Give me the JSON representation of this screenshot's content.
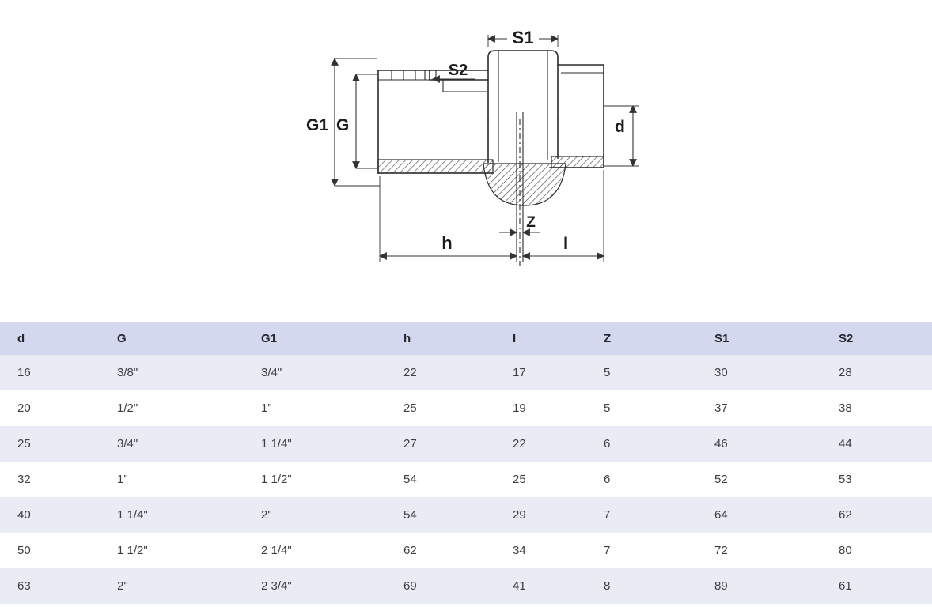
{
  "diagram": {
    "labels": {
      "s1": "S1",
      "s2": "S2",
      "g1": "G1",
      "g": "G",
      "d": "d",
      "h": "h",
      "z": "Z",
      "i": "I"
    }
  },
  "table": {
    "columns": [
      "d",
      "G",
      "G1",
      "h",
      "I",
      "Z",
      "S1",
      "S2"
    ],
    "rows": [
      [
        "16",
        "3/8\"",
        "3/4\"",
        "22",
        "17",
        "5",
        "30",
        "28"
      ],
      [
        "20",
        "1/2\"",
        "1\"",
        "25",
        "19",
        "5",
        "37",
        "38"
      ],
      [
        "25",
        "3/4\"",
        "1 1/4\"",
        "27",
        "22",
        "6",
        "46",
        "44"
      ],
      [
        "32",
        "1\"",
        "1 1/2\"",
        "54",
        "25",
        "6",
        "52",
        "53"
      ],
      [
        "40",
        "1 1/4\"",
        "2\"",
        "54",
        "29",
        "7",
        "64",
        "62"
      ],
      [
        "50",
        "1 1/2\"",
        "2 1/4\"",
        "62",
        "34",
        "7",
        "72",
        "80"
      ],
      [
        "63",
        "2\"",
        "2 3/4\"",
        "69",
        "41",
        "8",
        "89",
        "61"
      ]
    ],
    "colors": {
      "header_bg": "#d3d8ee",
      "row_alt_bg": "#e9ebf5",
      "row_bg": "#ffffff"
    }
  }
}
